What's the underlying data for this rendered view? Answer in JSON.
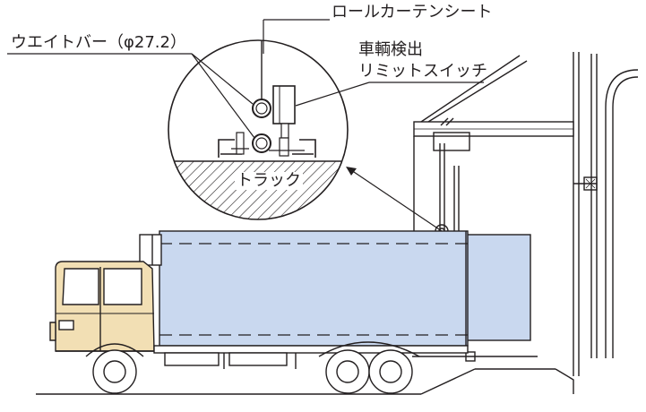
{
  "labels": {
    "roll_curtain_sheet": "ロールカーテンシート",
    "weight_bar": "ウエイトバー（φ27.2）",
    "vehicle_detect_line1": "車輌検出",
    "vehicle_detect_line2": "リミットスイッチ",
    "truck": "トラック"
  },
  "colors": {
    "line": "#231f20",
    "curtain_fill": "#c9d8ef",
    "cab_fill": "#f2dfb4",
    "white": "#ffffff"
  }
}
